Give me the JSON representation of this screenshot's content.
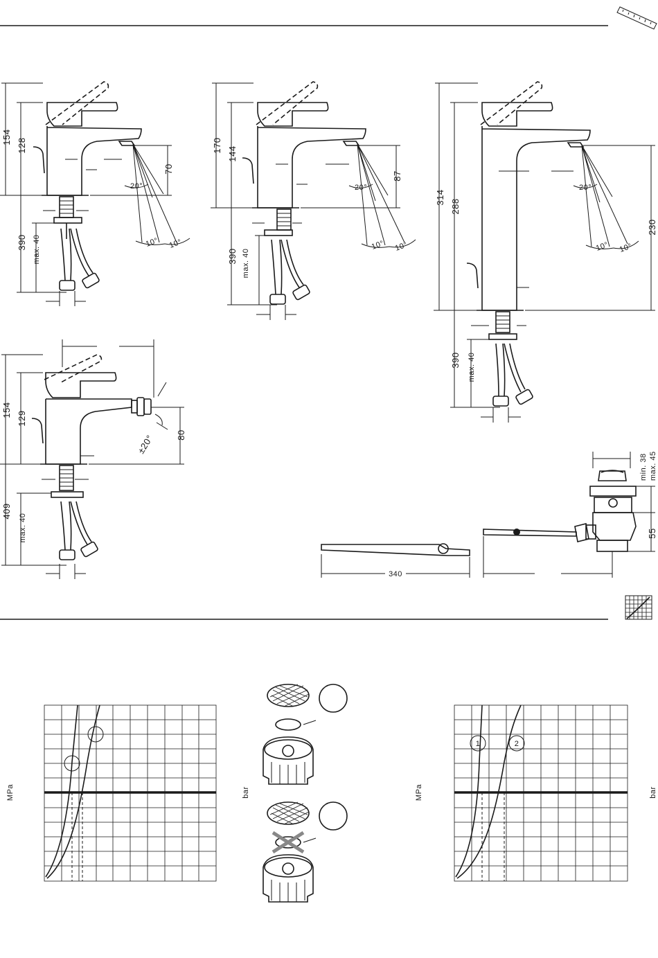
{
  "dims": {
    "f1_154": "154",
    "f1_128": "128",
    "f1_70": "70",
    "f1_390": "390",
    "f1_max40": "max. 40",
    "f1_20": "20°",
    "f1_10a": "10°",
    "f1_10b": "10°",
    "f2_170": "170",
    "f2_144": "144",
    "f2_87": "87",
    "f2_390": "390",
    "f2_max40": "max. 40",
    "f2_20": "20°",
    "f2_10a": "10°",
    "f2_10b": "10°",
    "f3_314": "314",
    "f3_288": "288",
    "f3_230": "230",
    "f3_390": "390",
    "f3_max40": "max. 40",
    "f3_20": "20°",
    "f3_10a": "10°",
    "f3_10b": "10°",
    "b_154": "154",
    "b_129": "129",
    "b_80": "80",
    "b_20": "±20°",
    "b_409": "409",
    "b_max40": "max. 40",
    "drain_min38": "min. 38",
    "drain_max45": "max. 45",
    "drain_55": "55",
    "drain_340": "340"
  },
  "charts": {
    "left": {
      "ylabel_left": "MPa",
      "ylabel_right": "bar",
      "marker1": "",
      "marker2": ""
    },
    "right": {
      "ylabel_left": "MPa",
      "ylabel_right": "bar",
      "marker1": "1",
      "marker2": "2"
    }
  },
  "aerators": {
    "circle1": "",
    "circle2": ""
  },
  "colors": {
    "ink": "#1a1a1a",
    "paper": "#ffffff"
  }
}
